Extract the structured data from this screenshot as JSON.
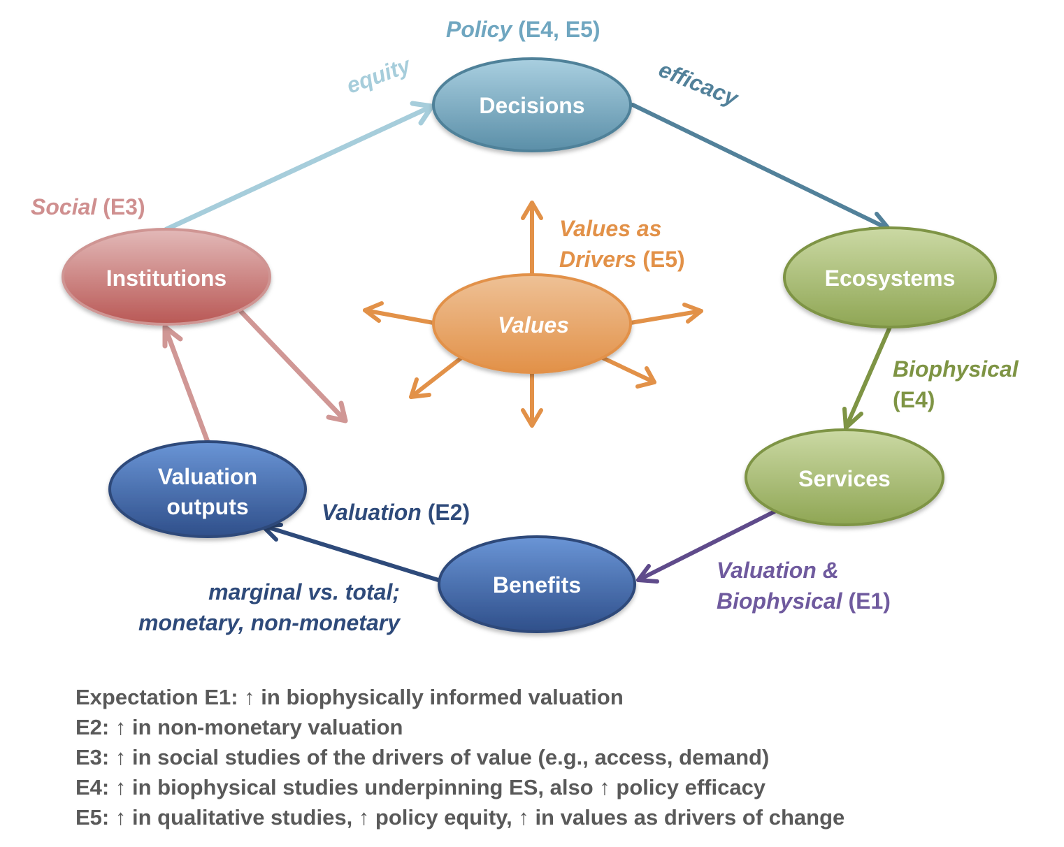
{
  "colors": {
    "decisions": "#6fa6c0",
    "decisions_stroke": "#4f8199",
    "institutions": "#cf8f8f",
    "institutions_stroke": "#cf9593",
    "ecosystems": "#a2b66e",
    "ecosystems_stroke": "#7e9444",
    "values": "#e7a467",
    "values_stroke": "#e29148",
    "blue_node": "#5a82c6",
    "blue_stroke": "#2e4a7a",
    "equity_arrow": "#a6cddb",
    "efficacy_arrow": "#52819a",
    "biophysical_arrow": "#7e9444",
    "purple_arrow": "#5f4b8b",
    "navy_arrow": "#2e4a7a",
    "pink_arrow": "#d09795",
    "orange_arrow": "#e29148",
    "legend_text": "#595959"
  },
  "nodes": {
    "decisions": "Decisions",
    "ecosystems": "Ecosystems",
    "services": "Services",
    "benefits": "Benefits",
    "valuation_outputs_line1": "Valuation",
    "valuation_outputs_line2": "outputs",
    "institutions": "Institutions",
    "values": "Values"
  },
  "labels": {
    "policy_italic": "Policy",
    "policy_tag": " (E4, E5)",
    "equity": "equity",
    "efficacy": "efficacy",
    "social_italic": "Social",
    "social_tag": " (E3)",
    "values_drivers_line1": "Values as",
    "values_drivers_line2_italic": "Drivers",
    "values_drivers_tag": " (E5)",
    "biophysical_italic": "Biophysical",
    "biophysical_tag": "(E4)",
    "valuation_italic": "Valuation",
    "valuation_tag": " (E2)",
    "valbio_line1": "Valuation &",
    "valbio_line2_italic": "Biophysical",
    "valbio_tag": " (E1)",
    "marginal_line1": "marginal vs. total;",
    "marginal_line2": "monetary, non-monetary"
  },
  "legend": [
    "Expectation E1: ↑ in biophysically informed valuation",
    "E2: ↑ in non-monetary valuation",
    "E3: ↑ in social studies of the drivers of value (e.g., access, demand)",
    "E4: ↑ in biophysical studies underpinning ES, also ↑ policy efficacy",
    "E5: ↑ in qualitative studies, ↑ policy equity, ↑ in values as drivers of change"
  ]
}
